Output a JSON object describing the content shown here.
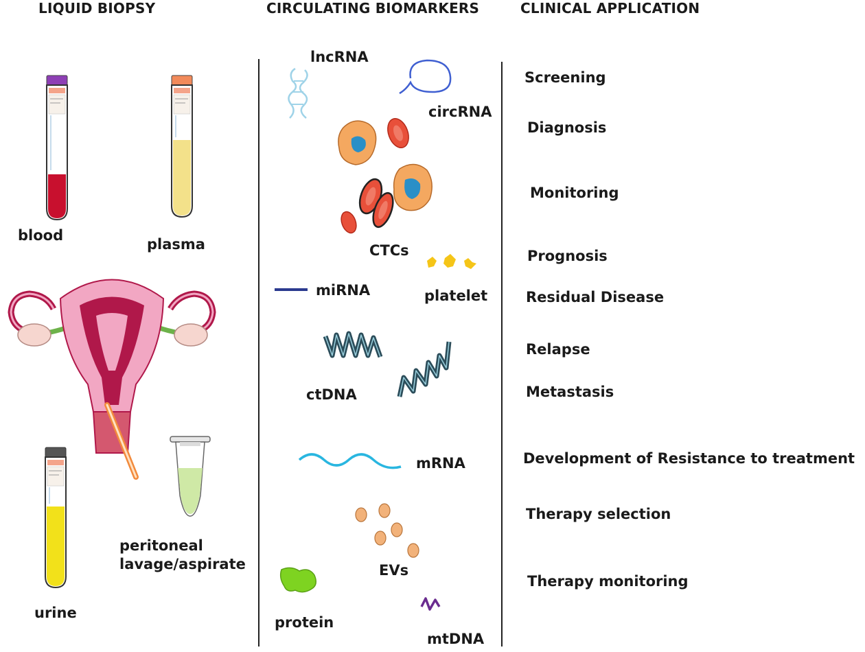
{
  "headers": {
    "liquid_biopsy": "LIQUID BIOPSY",
    "circulating_biomarkers": "CIRCULATING BIOMARKERS",
    "clinical_application": "CLINICAL APPLICATION"
  },
  "samples": {
    "blood": "blood",
    "plasma": "plasma",
    "urine": "urine",
    "peritoneal_line1": "peritoneal",
    "peritoneal_line2": "lavage/aspirate"
  },
  "biomarkers": {
    "lncrna": "lncRNA",
    "circrna": "circRNA",
    "ctcs": "CTCs",
    "mirna": "miRNA",
    "platelet": "platelet",
    "ctdna": "ctDNA",
    "mrna": "mRNA",
    "evs": "EVs",
    "protein": "protein",
    "mtdna": "mtDNA"
  },
  "applications": [
    "Screening",
    "Diagnosis",
    "Monitoring",
    "Prognosis",
    "Residual Disease",
    "Relapse",
    "Metastasis",
    "Development of Resistance to treatment",
    "Therapy selection",
    "Therapy monitoring"
  ],
  "colors": {
    "blood": "#c8102e",
    "plasma": "#f3e18a",
    "urine": "#f2e11a",
    "lncrna": "#9fd3e8",
    "circrna": "#3f5fd1",
    "mirna": "#2b3a8f",
    "ctdna": "#2c4d5a",
    "mrna": "#29b6e0",
    "ev": "#f2b27a",
    "protein": "#7ed321",
    "mtdna": "#6a2c8f",
    "platelet": "#f5c518",
    "ctc_body": "#f4a860",
    "ctc_nucleus": "#2a8fc7",
    "rbc": "#e8503a"
  }
}
